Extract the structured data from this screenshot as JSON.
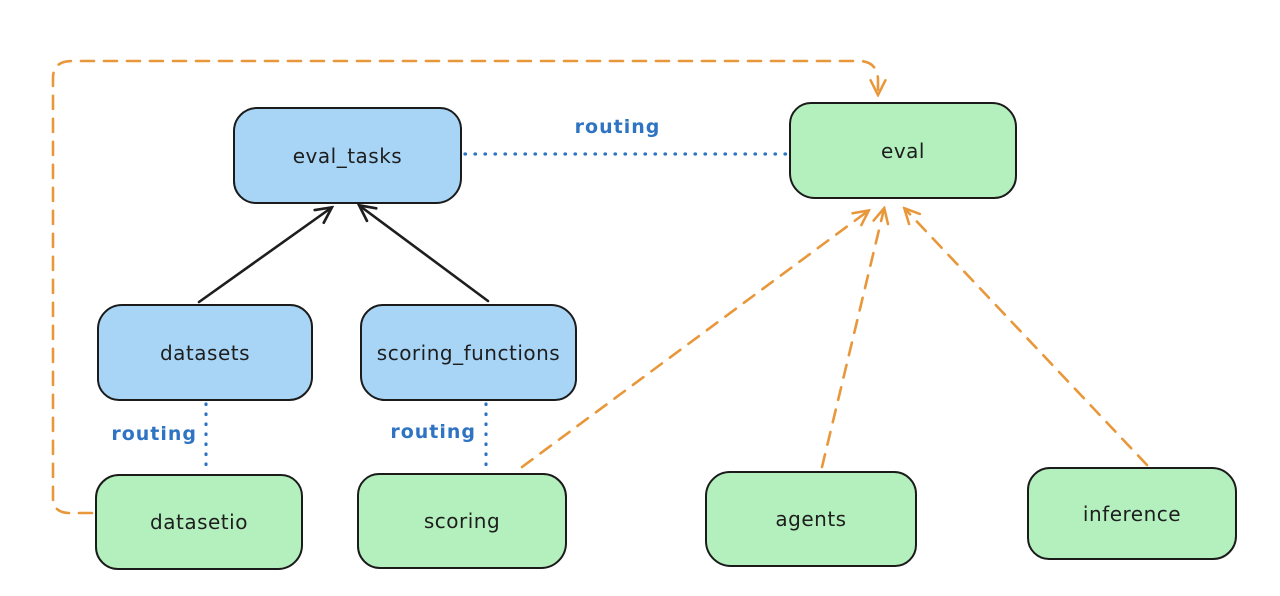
{
  "diagram": {
    "nodes": {
      "eval_tasks": {
        "label": "eval_tasks",
        "type": "api"
      },
      "eval": {
        "label": "eval",
        "type": "provider"
      },
      "datasets": {
        "label": "datasets",
        "type": "api"
      },
      "scoring_functions": {
        "label": "scoring_functions",
        "type": "api"
      },
      "datasetio": {
        "label": "datasetio",
        "type": "provider"
      },
      "scoring": {
        "label": "scoring",
        "type": "provider"
      },
      "agents": {
        "label": "agents",
        "type": "provider"
      },
      "inference": {
        "label": "inference",
        "type": "provider"
      }
    },
    "edges": [
      {
        "from": "datasets",
        "to": "eval_tasks",
        "style": "solid-arrow",
        "color": "black"
      },
      {
        "from": "scoring_functions",
        "to": "eval_tasks",
        "style": "solid-arrow",
        "color": "black"
      },
      {
        "from": "eval_tasks",
        "to": "eval",
        "style": "dotted",
        "color": "blue",
        "label": "routing"
      },
      {
        "from": "datasets",
        "to": "datasetio",
        "style": "dotted",
        "color": "blue",
        "label": "routing"
      },
      {
        "from": "scoring_functions",
        "to": "scoring",
        "style": "dotted",
        "color": "blue",
        "label": "routing"
      },
      {
        "from": "datasetio",
        "to": "eval",
        "style": "dashed-arrow",
        "color": "orange"
      },
      {
        "from": "scoring",
        "to": "eval",
        "style": "dashed-arrow",
        "color": "orange"
      },
      {
        "from": "agents",
        "to": "eval",
        "style": "dashed-arrow",
        "color": "orange"
      },
      {
        "from": "inference",
        "to": "eval",
        "style": "dashed-arrow",
        "color": "orange"
      }
    ],
    "colors": {
      "api_fill": "#a8d5f6",
      "provider_fill": "#b4f0bd",
      "node_stroke": "#1b1b1b",
      "routing_blue": "#2f74c3",
      "orange": "#e8973a",
      "black_arrow": "#1e1e1e",
      "background": "#ffffff"
    }
  }
}
